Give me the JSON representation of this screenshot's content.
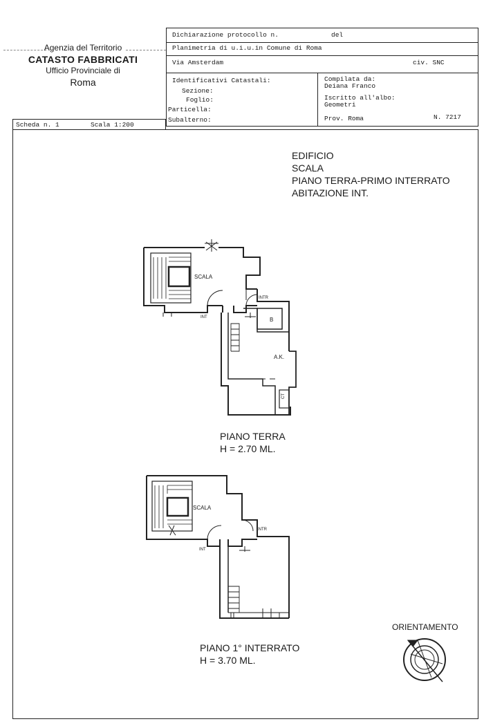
{
  "agency": {
    "line1": "Agenzia del Territorio",
    "line2": "CATASTO FABBRICATI",
    "line3": "Ufficio Provinciale di",
    "line4": "Roma"
  },
  "header": {
    "protocollo_label": "Dichiarazione protocollo n.",
    "del_label": "del",
    "planimetria": "Planimetria di u.i.u.in Comune di Roma",
    "address": "Via Amsterdam",
    "civ": "civ. SNC",
    "identificativi": "Identificativi Catastali:",
    "sezione": "Sezione:",
    "foglio": "Foglio:",
    "particella": "Particella:",
    "subalterno": "Subalterno:",
    "compilata_label": "Compilata da:",
    "compilata_name": "Deiana Franco",
    "iscritto_label": "Iscritto all'albo:",
    "iscritto_value": "Geometri",
    "prov": "Prov. Roma",
    "numero": "N.  7217"
  },
  "scheda": {
    "label": "Scheda n. 1",
    "scala": "Scala 1:200"
  },
  "title": {
    "line1": "EDIFICIO",
    "line2": "SCALA",
    "line3": "PIANO TERRA-PRIMO INTERRATO",
    "line4": "ABITAZIONE INT."
  },
  "plan_labels": {
    "scala": "SCALA",
    "intr": "INTR",
    "int": "INT",
    "b": "B",
    "ak": "A.K.",
    "ct": "CT"
  },
  "captions": {
    "piano_terra": "PIANO TERRA",
    "h_terra": "H = 2.70 ML.",
    "piano_interrato": "PIANO 1° INTERRATO",
    "h_interrato": "H = 3.70 ML."
  },
  "orientamento": "ORIENTAMENTO"
}
